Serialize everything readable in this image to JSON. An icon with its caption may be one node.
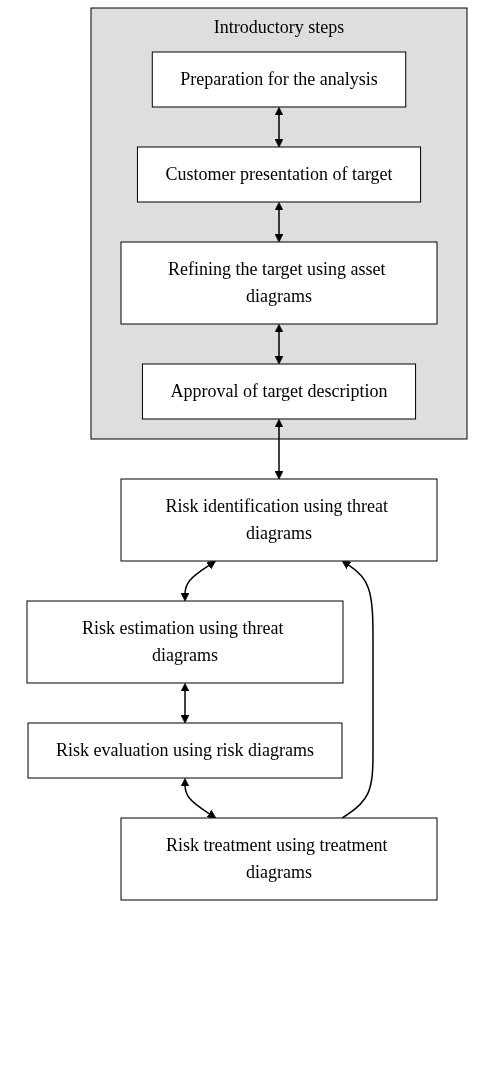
{
  "diagram": {
    "nodes": [
      {
        "text": [
          "Introductory steps"
        ]
      },
      {
        "text": [
          "Preparation for the analysis"
        ],
        "in": 0
      },
      {
        "text": [
          "Customer presentation of target"
        ],
        "in": 0
      },
      {
        "text": [
          "Refining the target using asset diagrams"
        ],
        "in": 0
      },
      {
        "text": [
          "Approval of target description"
        ],
        "in": 0
      },
      {
        "text": [
          "Risk identification using threat diagrams"
        ]
      },
      {
        "text": [
          "Risk estimation using threat diagrams"
        ]
      },
      {
        "text": [
          "Risk evaluation using risk diagrams"
        ]
      },
      {
        "text": [
          "Risk treatment using treatment diagrams"
        ]
      }
    ],
    "edges": [
      {
        "from": 1,
        "to": 2,
        "arrow": "both"
      },
      {
        "from": 2,
        "to": 3,
        "arrow": "both"
      },
      {
        "from": 3,
        "to": 4,
        "arrow": "both"
      },
      {
        "from": 4,
        "to": 5,
        "arrow": "both"
      },
      {
        "from": 5,
        "to": 6,
        "arrow": "both"
      },
      {
        "from": 6,
        "to": 7,
        "arrow": "both"
      },
      {
        "from": 7,
        "to": 8,
        "arrow": "both"
      },
      {
        "from": 8,
        "to": 5,
        "arrow": "to"
      }
    ]
  }
}
